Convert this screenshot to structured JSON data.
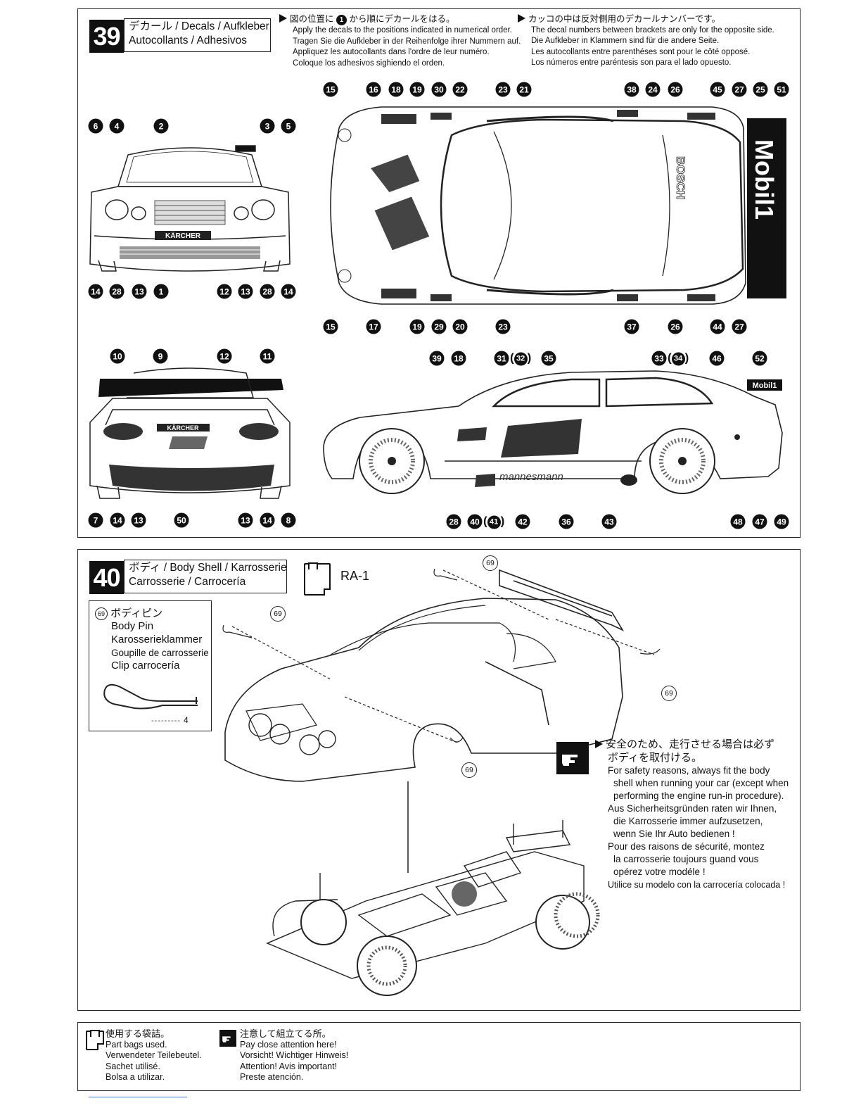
{
  "step39": {
    "number": "39",
    "title_line1": "デカール / Decals / Aufkleber",
    "title_line2": "Autocollants / Adhesivos",
    "instr_left": {
      "jp_prefix": "図の位置に",
      "jp_num": "1",
      "jp_suffix": "から順にデカールをはる。",
      "en": "Apply the decals to the positions indicated in numerical order.",
      "de": "Tragen Sie die Aufkleber in der Reihenfolge ihrer Nummern auf.",
      "fr": "Appliquez les autocollants dans l'ordre de leur numéro.",
      "es": "Coloque los adhesivos sighiendo el orden."
    },
    "instr_right": {
      "jp": "カッコの中は反対側用のデカールナンバーです。",
      "en": "The decal numbers between brackets are only for the opposite side.",
      "de": "Die Aufkleber in Klammern sind für die andere Seite.",
      "fr": "Les autocollants entre parenthéses sont pour le côté opposé.",
      "es": "Los números entre paréntesis son para el lado opuesto."
    },
    "car_text": {
      "mobil_vertical": "Mobil1",
      "bosch": "BOSCH",
      "karcher": "KÄRCHER",
      "mobil_badge": "Mobil1",
      "mannesmann": "mannesmann"
    },
    "front_top": [
      "6",
      "4",
      "2",
      "3",
      "5"
    ],
    "front_bottom": [
      "14",
      "28",
      "13",
      "1",
      "12",
      "13",
      "28",
      "14"
    ],
    "top_top": [
      "15",
      "16",
      "18",
      "19",
      "30",
      "22",
      "23",
      "21",
      "38",
      "24",
      "26",
      "45",
      "27",
      "25",
      "51"
    ],
    "top_bottom": [
      "15",
      "17",
      "19",
      "29",
      "20",
      "23",
      "37",
      "26",
      "44",
      "27"
    ],
    "rear_top": [
      "10",
      "9",
      "12",
      "11"
    ],
    "rear_bottom": [
      "7",
      "14",
      "13",
      "50",
      "13",
      "14",
      "8"
    ],
    "side_top": [
      "39",
      "18",
      "31",
      "32",
      "35",
      "33",
      "34",
      "46",
      "52"
    ],
    "side_bottom": [
      "28",
      "40",
      "41",
      "42",
      "36",
      "43",
      "48",
      "47",
      "49"
    ]
  },
  "step40": {
    "number": "40",
    "title_line1": "ボディ / Body Shell / Karrosserie",
    "title_line2": "Carrosserie / Carrocería",
    "bag_label": "RA-1",
    "part": {
      "number": "69",
      "jp": "ボディピン",
      "en": "Body Pin",
      "de": "Karosserieklammer",
      "fr": "Goupille de carrosserie",
      "es": "Clip carrocería",
      "qty": "4"
    },
    "callouts": [
      "69",
      "69",
      "69",
      "69"
    ],
    "safety": {
      "jp1": "安全のため、走行させる場合は必ず",
      "jp2": "ボディを取付ける。",
      "en1": "For safety reasons, always fit the body",
      "en2": "shell when running your car (except when",
      "en3": "performing the engine run-in procedure).",
      "de1": "Aus Sicherheitsgründen raten wir Ihnen,",
      "de2": "die Karrosserie immer aufzusetzen,",
      "de3": "wenn Sie Ihr Auto bedienen !",
      "fr1": "Pour des raisons de sécurité, montez",
      "fr2": "la carrosserie toujours guand vous",
      "fr3": "opérez votre modéle !",
      "es": "Utilice su modelo con la carrocería colocada !"
    }
  },
  "legend": {
    "bags": {
      "jp": "使用する袋詰。",
      "en": "Part bags used.",
      "de": "Verwendeter Teilebeutel.",
      "fr": "Sachet utilisé.",
      "es": "Bolsa a utilizar."
    },
    "attention": {
      "jp": "注意して組立てる所。",
      "en": "Pay close attention here!",
      "de": "Vorsicht!  Wichtiger Hinweis!",
      "fr": "Attention! Avis important!",
      "es": "Preste atención."
    }
  }
}
